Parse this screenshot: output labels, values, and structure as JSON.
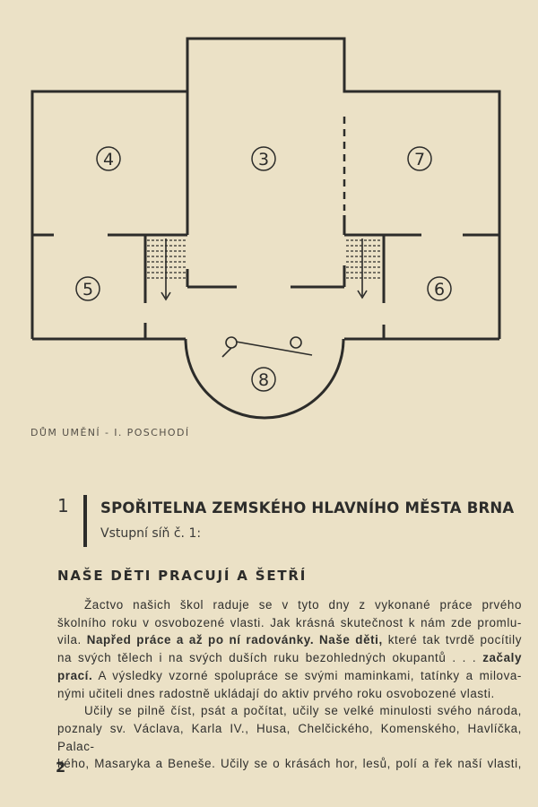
{
  "floorplan": {
    "rooms": [
      "4",
      "3",
      "7",
      "5",
      "6",
      "8"
    ]
  },
  "caption": "DŮM UMĚNÍ - I. POSCHODÍ",
  "section": {
    "number": "1",
    "title": "SPOŘITELNA ZEMSKÉHO HLAVNÍHO MĚSTA BRNA",
    "subtitle": "Vstupní síň č. 1:"
  },
  "article": {
    "heading": "NAŠE DĚTI PRACUJÍ A ŠETŘÍ",
    "lines": [
      "Žactvo našich škol raduje se v tyto dny z vykonané práce prvého",
      "školního roku v osvobozené vlasti. Jak krásná skutečnost k nám zde promlu-",
      "vila.",
      "Napřed práce a až po ní radovánky. Naše děti,",
      "které tak tvrdě pocítily",
      "na svých tělech i na svých duších ruku bezohledných okupantů . . .",
      "začaly",
      "prací.",
      "A výsledky vzorné spolupráce se svými maminkami, tatínky a milova-",
      "nými učiteli dnes radostně ukládají do aktiv prvého roku osvobozené vlasti.",
      "Učily se pilně číst, psát a počítat, učily se velké minulosti svého národa,",
      "poznaly sv. Václava, Karla IV., Husa, Chelčického, Komenského, Havlíčka, Palac-",
      "kého, Masaryka a Beneše. Učily se o krásách hor, lesů, polí a řek naší vlasti,"
    ]
  },
  "page_number": "2"
}
